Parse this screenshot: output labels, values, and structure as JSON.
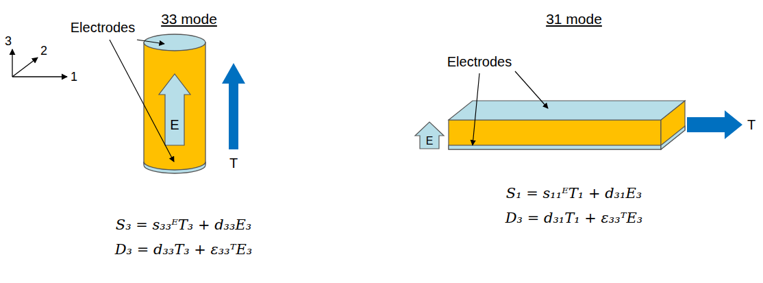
{
  "diagram": {
    "labels": [
      "33 mode",
      "31 mode",
      "3",
      "2",
      "1",
      "Electrodes",
      "E",
      "T",
      "S₃ = s₃₃ᴱT₃ + d₃₃E₃",
      "D₃ = d₃₃T₃ + ε₃₃ᵀE₃",
      "Electrodes",
      "E",
      "T",
      "S₁ = s₁₁ᴱT₁ + d₃₁E₃",
      "D₃ = d₃₁T₁ + ε₃₃ᵀE₃"
    ]
  }
}
